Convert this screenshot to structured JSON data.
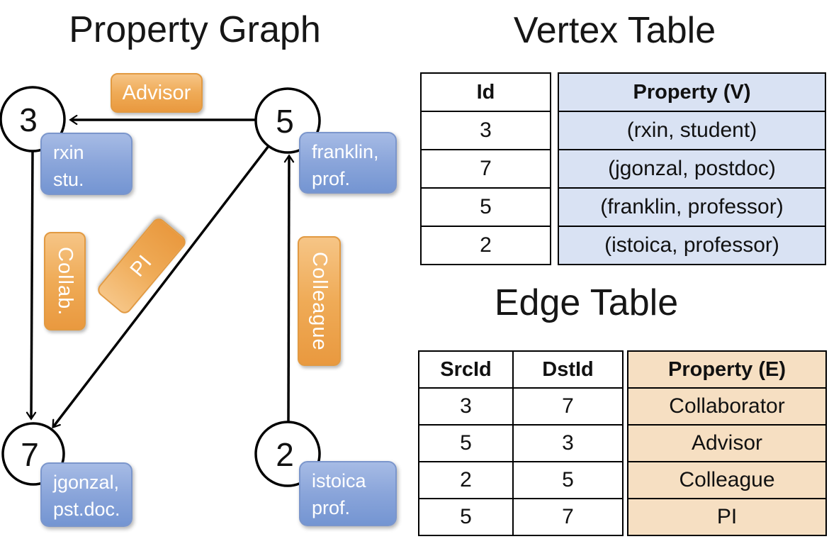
{
  "graph": {
    "title": "Property Graph",
    "nodes": [
      {
        "id": "3",
        "label_line1": "rxin",
        "label_line2": "stu."
      },
      {
        "id": "5",
        "label_line1": "franklin,",
        "label_line2": "prof."
      },
      {
        "id": "7",
        "label_line1": "jgonzal,",
        "label_line2": "pst.doc."
      },
      {
        "id": "2",
        "label_line1": "istoica",
        "label_line2": "prof."
      }
    ],
    "edge_labels": {
      "advisor": "Advisor",
      "collab": "Collab.",
      "pi": "PI",
      "colleague": "Colleague"
    }
  },
  "vertex_table": {
    "title": "Vertex Table",
    "col_id": "Id",
    "col_property": "Property (V)",
    "rows": [
      {
        "id": "3",
        "property": "(rxin, student)"
      },
      {
        "id": "7",
        "property": "(jgonzal, postdoc)"
      },
      {
        "id": "5",
        "property": "(franklin, professor)"
      },
      {
        "id": "2",
        "property": "(istoica, professor)"
      }
    ]
  },
  "edge_table": {
    "title": "Edge Table",
    "col_src": "SrcId",
    "col_dst": "DstId",
    "col_property": "Property (E)",
    "rows": [
      {
        "src": "3",
        "dst": "7",
        "property": "Collaborator"
      },
      {
        "src": "5",
        "dst": "3",
        "property": "Advisor"
      },
      {
        "src": "2",
        "dst": "5",
        "property": "Colleague"
      },
      {
        "src": "5",
        "dst": "7",
        "property": "PI"
      }
    ]
  },
  "colors": {
    "edge_label_orange": "#efa855",
    "vertex_label_blue": "#7e9cd6",
    "vertex_cell_fill": "#d9e2f3",
    "edge_cell_fill": "#f6dfc2",
    "line_black": "#000000"
  }
}
